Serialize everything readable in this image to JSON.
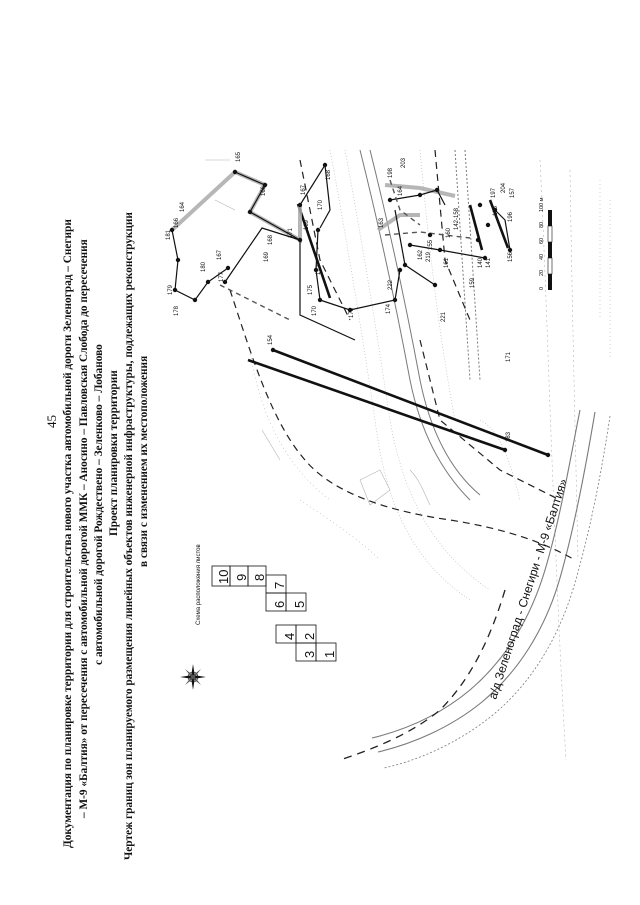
{
  "page_number": "45",
  "title_lines": [
    "Документация по планировке территории для строительства нового участка автомобильной дороги Зеленоград – Снегири",
    "– М-9 «Балтия» от пересечения с автомобильной дорогой ММК – Аносино – Павловская Слобода до пересечения",
    "с автомобильной дорогой Рождествено – Зеленково – Лобаново",
    "Проект планировки территории",
    "Чертеж границ зон планируемого размещения линейных объектов инженерной инфраструктуры, подлежащих реконструкции",
    "в связи с изменением их местоположения"
  ],
  "road_label": "а/д Зеленоград - Снегири - М-9 «Балтия»",
  "sheet_scheme": {
    "label": "Схема расположения листов",
    "numbers": [
      "10",
      "9",
      "8",
      "7",
      "6",
      "5",
      "4",
      "3",
      "2",
      "1"
    ]
  },
  "scale_bar": {
    "ticks": [
      "0",
      "20",
      "40",
      "60",
      "80",
      "100 м"
    ]
  },
  "point_labels": {
    "p165": "165",
    "p166": "166",
    "p164": "164",
    "p181": "181",
    "p166b": "166",
    "p179": "179",
    "p178": "178",
    "p180": "180",
    "p177": "177",
    "p167a": "167",
    "p154": "154",
    "p168": "168",
    "p169": "169",
    "p171": "171",
    "p172": "172",
    "p175": "175",
    "p170": "170",
    "p173": "173",
    "p174": "174",
    "p222": "222",
    "p219": "219",
    "p221": "221",
    "p163": "163",
    "p164b": "164",
    "p198": "198",
    "p203": "203",
    "p167": "167",
    "p170b": "170",
    "p168b": "168",
    "p169b": "169",
    "p162": "162",
    "p161": "161",
    "p160": "160",
    "p155": "155",
    "p142": "142-158",
    "p197": "197",
    "p204": "204",
    "p157": "157",
    "p195": "195",
    "p196": "196",
    "p140": "140",
    "p141": "141",
    "p159": "159",
    "p156": "156",
    "p171b": "171",
    "p183": "183"
  }
}
